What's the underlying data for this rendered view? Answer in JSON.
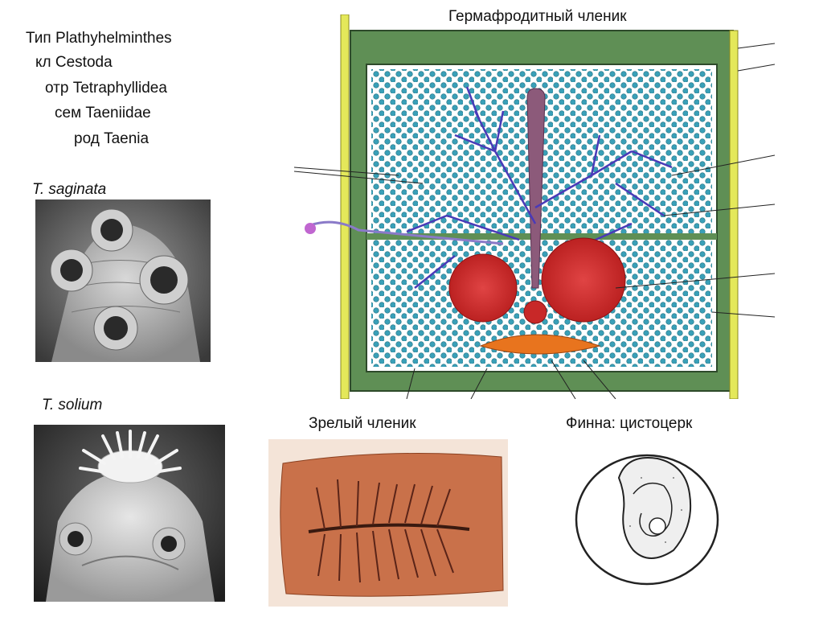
{
  "taxonomy": {
    "phylum": "Тип Plathyhelminthes",
    "class": "кл Cestoda",
    "order": "отр Tetraphyllidea",
    "family": "сем Taeniidae",
    "genus": "род Taenia"
  },
  "species": {
    "saginata": "T. saginata",
    "solium": "T. solium"
  },
  "titles": {
    "hermaphrodite": "Гермафродитный членик",
    "mature": "Зрелый членик",
    "finna": "Финна: цистоцерк"
  },
  "colors": {
    "background": "#ffffff",
    "segment_wall": "#5f8f55",
    "excretory_canal": "#e4e85a",
    "vitellaria": "#3aa0b8",
    "uterus": "#8c5a7a",
    "testes_branches": "#4a3ab8",
    "ovary": "#d42a2a",
    "vitelline_gland": "#e8741e",
    "mature_segment": "#c9714a"
  }
}
